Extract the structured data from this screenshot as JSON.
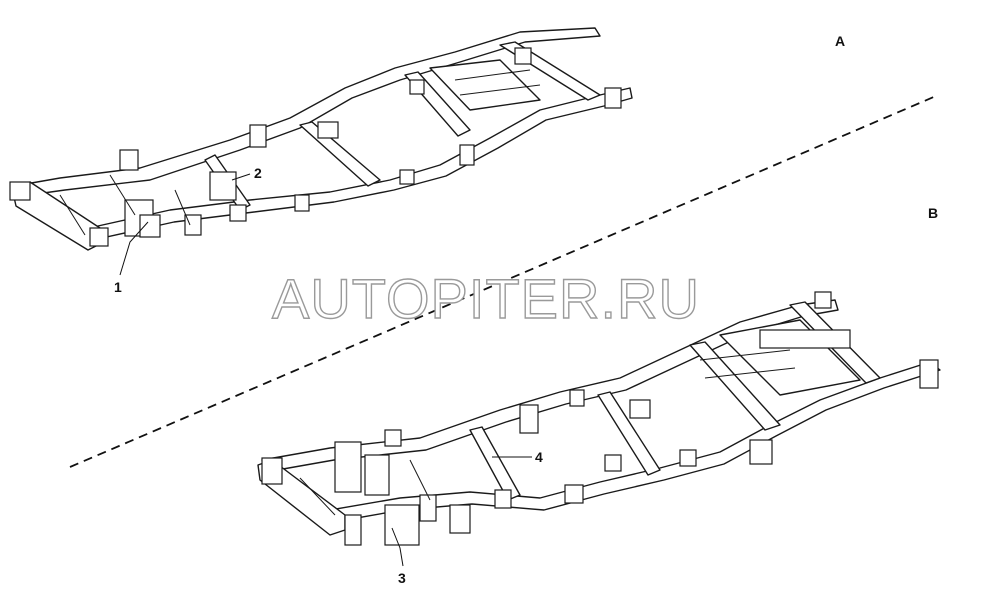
{
  "view_labels": {
    "a": "A",
    "b": "B"
  },
  "watermark": "AUTOPITER.RU",
  "callouts": {
    "c1": "1",
    "c2": "2",
    "c3": "3",
    "c4": "4"
  }
}
